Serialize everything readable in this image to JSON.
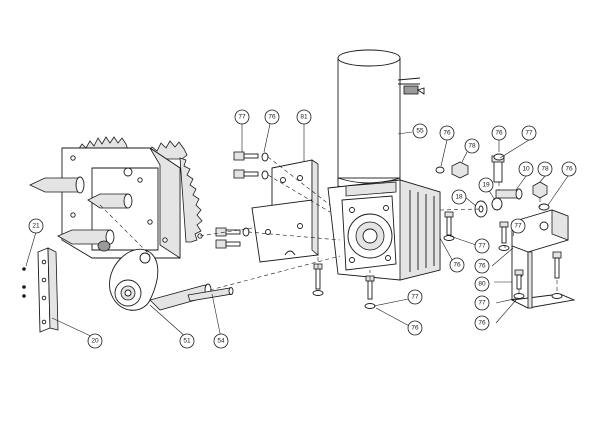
{
  "diagram": {
    "type": "exploded-assembly-drawing",
    "callouts": [
      {
        "id": "c20",
        "label": "20"
      },
      {
        "id": "c21",
        "label": "21"
      },
      {
        "id": "c51",
        "label": "51"
      },
      {
        "id": "c54",
        "label": "54"
      },
      {
        "id": "c77a",
        "label": "77"
      },
      {
        "id": "c76a",
        "label": "76"
      },
      {
        "id": "c81",
        "label": "81"
      },
      {
        "id": "c55",
        "label": "55"
      },
      {
        "id": "c76b",
        "label": "76"
      },
      {
        "id": "c78a",
        "label": "78"
      },
      {
        "id": "c76c",
        "label": "76"
      },
      {
        "id": "c77b",
        "label": "77"
      },
      {
        "id": "c10",
        "label": "10"
      },
      {
        "id": "c78b",
        "label": "78"
      },
      {
        "id": "c76d",
        "label": "76"
      },
      {
        "id": "c18",
        "label": "18"
      },
      {
        "id": "c19",
        "label": "19"
      },
      {
        "id": "c77c",
        "label": "77"
      },
      {
        "id": "c77d",
        "label": "77"
      },
      {
        "id": "c76e",
        "label": "76"
      },
      {
        "id": "c76f",
        "label": "76"
      },
      {
        "id": "c80",
        "label": "80"
      },
      {
        "id": "c77e",
        "label": "77"
      },
      {
        "id": "c76g",
        "label": "76"
      },
      {
        "id": "c77f",
        "label": "77"
      },
      {
        "id": "c76h",
        "label": "76"
      }
    ]
  }
}
